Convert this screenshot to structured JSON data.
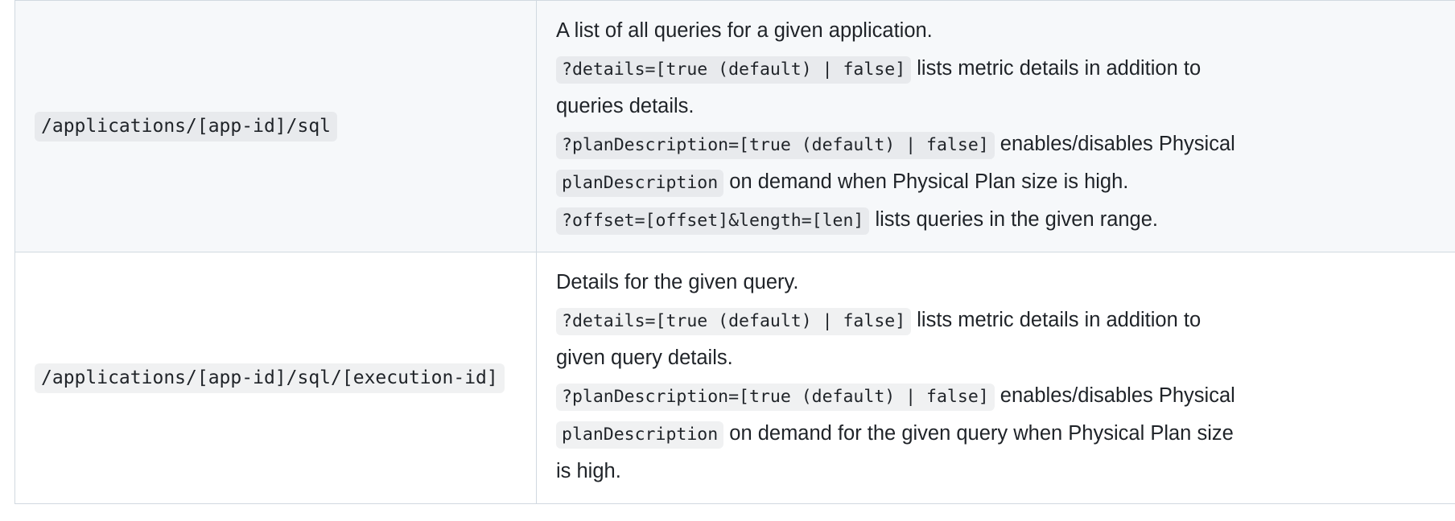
{
  "table": {
    "rows": [
      {
        "endpoint": "/applications/[app-id]/sql",
        "shaded": true,
        "lines": [
          {
            "parts": [
              {
                "type": "text",
                "value": "A list of all queries for a given application."
              }
            ]
          },
          {
            "parts": [
              {
                "type": "code",
                "value": "?details=[true (default) | false]"
              },
              {
                "type": "text",
                "value": " lists metric details in addition to"
              }
            ]
          },
          {
            "parts": [
              {
                "type": "text",
                "value": "queries details."
              }
            ]
          },
          {
            "parts": [
              {
                "type": "code",
                "value": "?planDescription=[true (default) | false]"
              },
              {
                "type": "text",
                "value": " enables/disables Physical"
              }
            ]
          },
          {
            "parts": [
              {
                "type": "code",
                "value": "planDescription"
              },
              {
                "type": "text",
                "value": " on demand when Physical Plan size is high."
              }
            ]
          },
          {
            "parts": [
              {
                "type": "code",
                "value": "?offset=[offset]&length=[len]"
              },
              {
                "type": "text",
                "value": " lists queries in the given range."
              }
            ]
          }
        ]
      },
      {
        "endpoint": "/applications/[app-id]/sql/[execution-id]",
        "shaded": false,
        "lines": [
          {
            "parts": [
              {
                "type": "text",
                "value": "Details for the given query."
              }
            ]
          },
          {
            "parts": [
              {
                "type": "code",
                "value": "?details=[true (default) | false]"
              },
              {
                "type": "text",
                "value": " lists metric details in addition to"
              }
            ]
          },
          {
            "parts": [
              {
                "type": "text",
                "value": "given query details."
              }
            ]
          },
          {
            "parts": [
              {
                "type": "code",
                "value": "?planDescription=[true (default) | false]"
              },
              {
                "type": "text",
                "value": " enables/disables Physical"
              }
            ]
          },
          {
            "parts": [
              {
                "type": "code",
                "value": "planDescription"
              },
              {
                "type": "text",
                "value": " on demand for the given query when Physical Plan size"
              }
            ]
          },
          {
            "parts": [
              {
                "type": "text",
                "value": "is high."
              }
            ]
          }
        ]
      }
    ]
  },
  "colors": {
    "row_shaded_background": "#f6f8fa",
    "row_plain_background": "#ffffff",
    "border": "#d1d9e0",
    "text": "#1f2328",
    "code_chip_background": "#eceef1"
  }
}
